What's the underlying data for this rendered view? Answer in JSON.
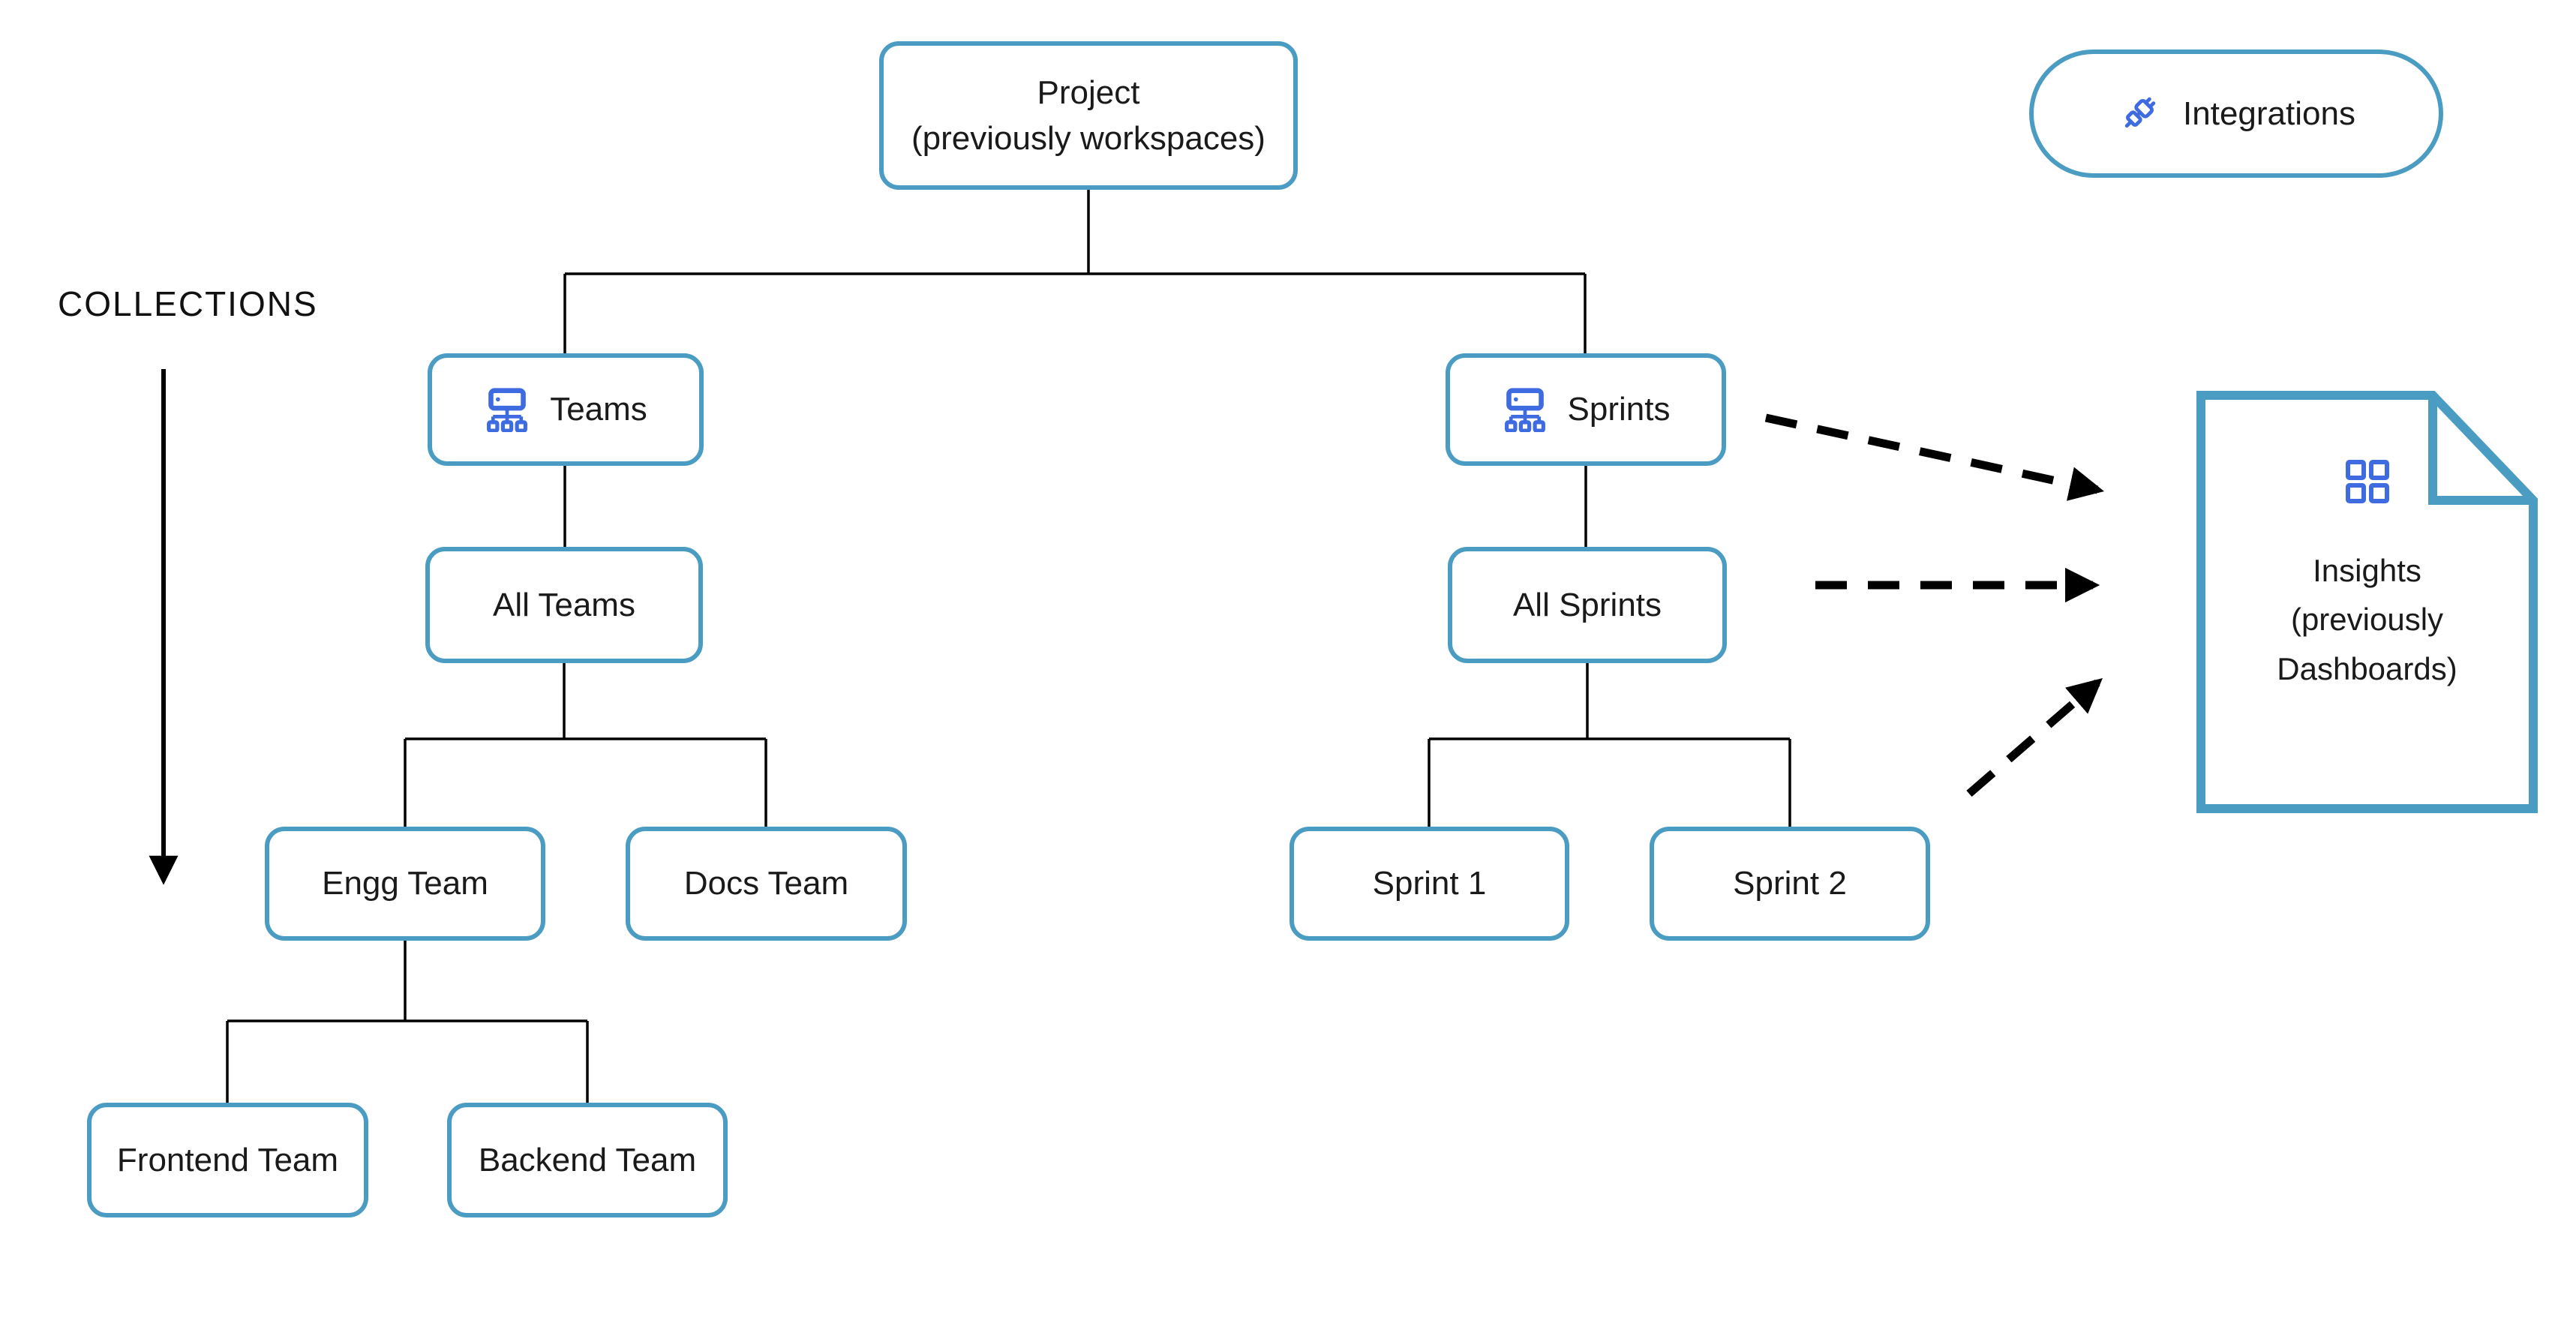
{
  "colors": {
    "box_border": "#4A9CC3",
    "icon_blue": "#3E6BE0",
    "connector": "#000000",
    "text": "#1A1A1A"
  },
  "collections_label": "COLLECTIONS",
  "integrations": {
    "label": "Integrations",
    "icon": "plug-icon"
  },
  "tree": {
    "project": {
      "line1": "Project",
      "line2": "(previously workspaces)"
    },
    "teams": {
      "label": "Teams",
      "icon": "sitemap-icon"
    },
    "all_teams": {
      "label": "All Teams"
    },
    "engg_team": {
      "label": "Engg Team"
    },
    "docs_team": {
      "label": "Docs Team"
    },
    "frontend_team": {
      "label": "Frontend Team"
    },
    "backend_team": {
      "label": "Backend Team"
    },
    "sprints": {
      "label": "Sprints",
      "icon": "sitemap-icon"
    },
    "all_sprints": {
      "label": "All Sprints"
    },
    "sprint_1": {
      "label": "Sprint 1"
    },
    "sprint_2": {
      "label": "Sprint 2"
    }
  },
  "insights": {
    "line1": "Insights",
    "line2": "(previously",
    "line3": "Dashboards)",
    "icon": "grid-icon"
  }
}
